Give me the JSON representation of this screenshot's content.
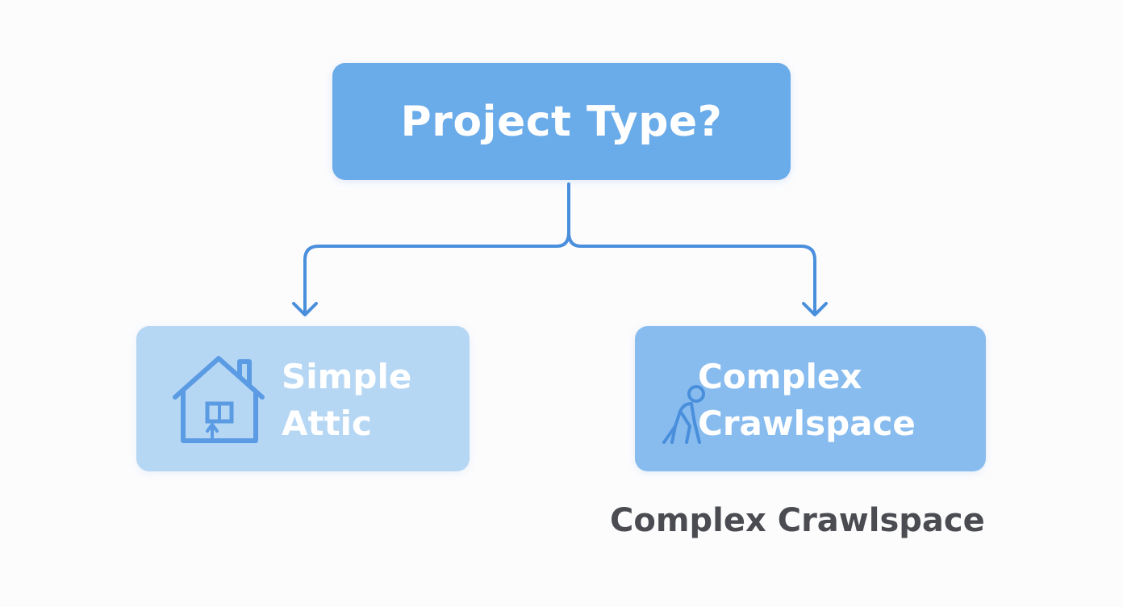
{
  "diagram": {
    "root": {
      "label": "Project Type?"
    },
    "branches": [
      {
        "label_line1": "Simple",
        "label_line2": "Attic",
        "icon": "house-icon"
      },
      {
        "label_line1": "Complex",
        "label_line2": "Crawlspace",
        "icon": "crawling-person-icon"
      }
    ],
    "caption": "Complex Crawlspace",
    "colors": {
      "root_fill": "#6aabe9",
      "left_fill": "#b6d7f4",
      "right_fill": "#88bcef",
      "connector": "#4a8fdc",
      "icon_stroke": "#5b9be3",
      "caption_text": "#4a4c52"
    }
  }
}
